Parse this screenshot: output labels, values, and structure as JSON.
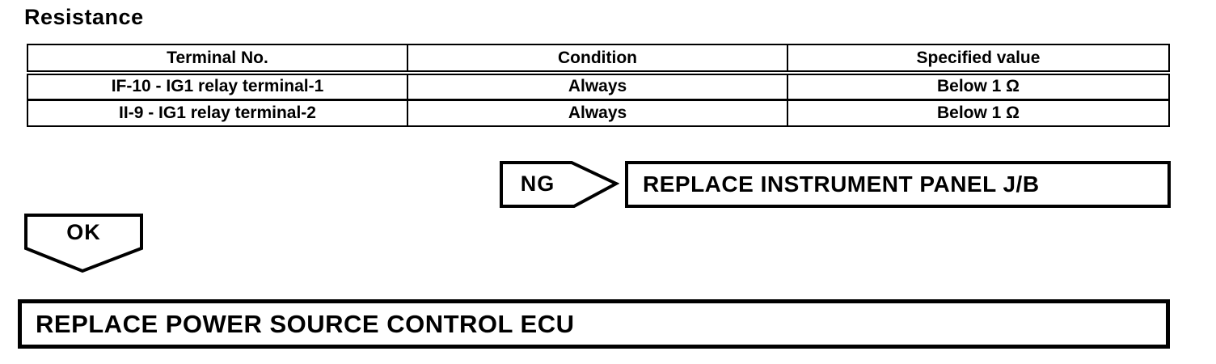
{
  "page": {
    "title": "Resistance"
  },
  "table": {
    "headers": [
      "Terminal No.",
      "Condition",
      "Specified value"
    ],
    "rows": [
      {
        "cells": [
          "IF-10 - IG1 relay terminal-1",
          "Always",
          "Below 1 Ω"
        ]
      },
      {
        "cells": [
          "II-9 - IG1 relay terminal-2",
          "Always",
          "Below 1 Ω"
        ]
      }
    ]
  },
  "flowchart": {
    "ng": {
      "label": "NG",
      "action": "REPLACE INSTRUMENT PANEL J/B"
    },
    "ok": {
      "label": "OK",
      "action": "REPLACE POWER SOURCE CONTROL ECU"
    }
  },
  "colors": {
    "ink": "#000000",
    "background": "#ffffff"
  }
}
